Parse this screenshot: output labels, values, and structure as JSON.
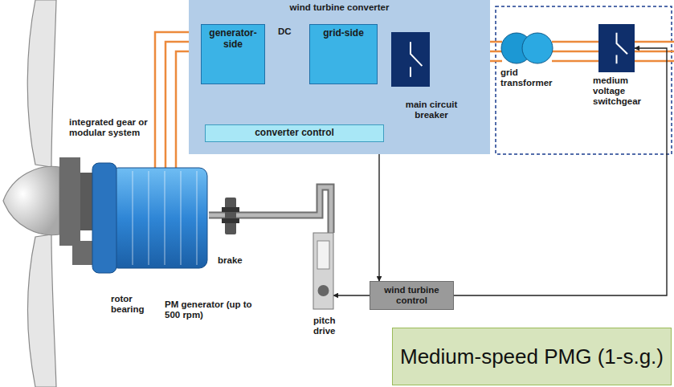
{
  "diagram": {
    "caption": "Medium-speed PMG (1-s.g.)",
    "nodes": [
      {
        "text": [
          "wind turbine converter"
        ]
      },
      {
        "text": [
          "generator-side"
        ],
        "in": 0
      },
      {
        "text": [
          "grid-side"
        ],
        "in": 0
      },
      {
        "text": [
          "main circuit breaker"
        ],
        "in": 0
      },
      {
        "text": [
          "converter control"
        ],
        "in": 0
      },
      {
        "text": [
          "grid transformer"
        ]
      },
      {
        "text": [
          "medium voltage switchgear"
        ]
      },
      {
        "text": [
          "PM generator (up to 500 rpm)"
        ]
      },
      {
        "text": [
          "pitch drive"
        ]
      },
      {
        "text": [
          "wind turbine control"
        ]
      }
    ],
    "edges": [
      {
        "from": 7,
        "to": 1,
        "arrow": "none"
      },
      {
        "from": 1,
        "to": 2,
        "arrow": "none"
      },
      {
        "from": 2,
        "to": 3,
        "arrow": "none"
      },
      {
        "from": 3,
        "to": 5,
        "arrow": "none"
      },
      {
        "from": 5,
        "to": 6,
        "arrow": "none"
      },
      {
        "from": 4,
        "to": 1,
        "arrow": "to"
      },
      {
        "from": 4,
        "to": 2,
        "arrow": "to"
      },
      {
        "from": 4,
        "to": 3,
        "arrow": "to"
      },
      {
        "from": 9,
        "to": 4,
        "arrow": "both"
      },
      {
        "from": 9,
        "to": 8,
        "arrow": "to"
      },
      {
        "from": 9,
        "to": 6,
        "arrow": "to"
      }
    ],
    "labels": [
      "DC",
      "integrated gear or modular system",
      "rotor bearing",
      "brake"
    ]
  }
}
